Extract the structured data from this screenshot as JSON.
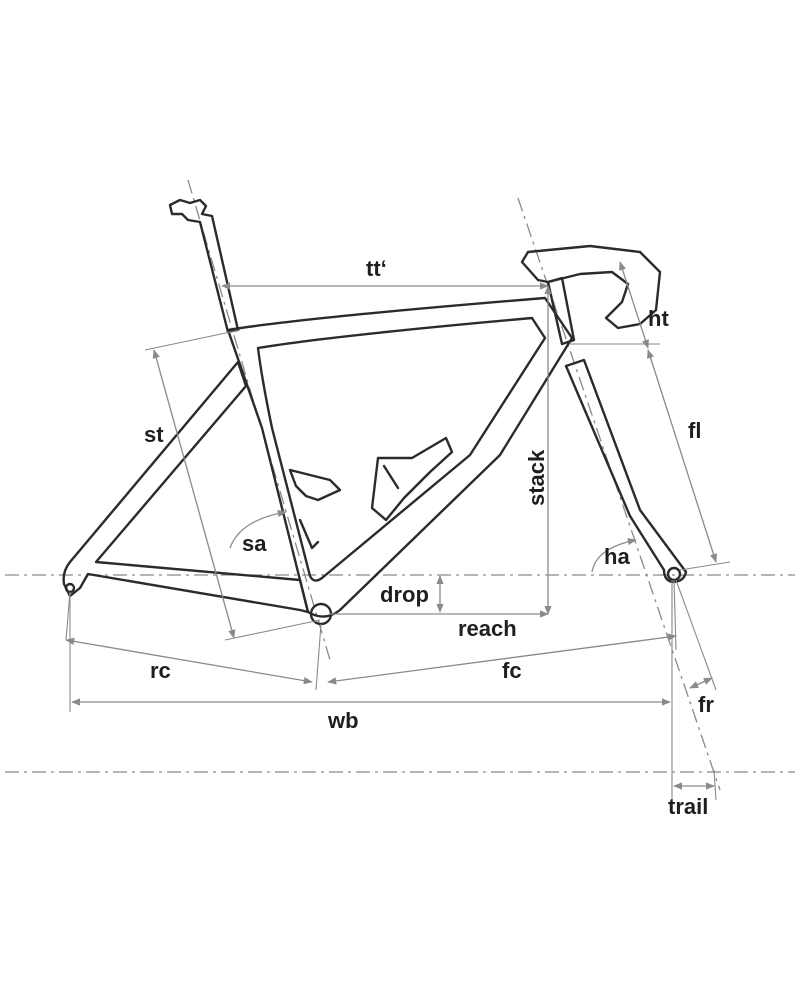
{
  "labels": {
    "tt": "tt‘",
    "ht": "ht",
    "st": "st",
    "fl": "fl",
    "stack": "stack",
    "sa": "sa",
    "ha": "ha",
    "drop": "drop",
    "reach": "reach",
    "rc": "rc",
    "fc": "fc",
    "wb": "wb",
    "fr": "fr",
    "trail": "trail"
  },
  "colors": {
    "frame": "#2b2b2b",
    "dimension": "#8a8a8a",
    "text": "#1f1f1f"
  }
}
